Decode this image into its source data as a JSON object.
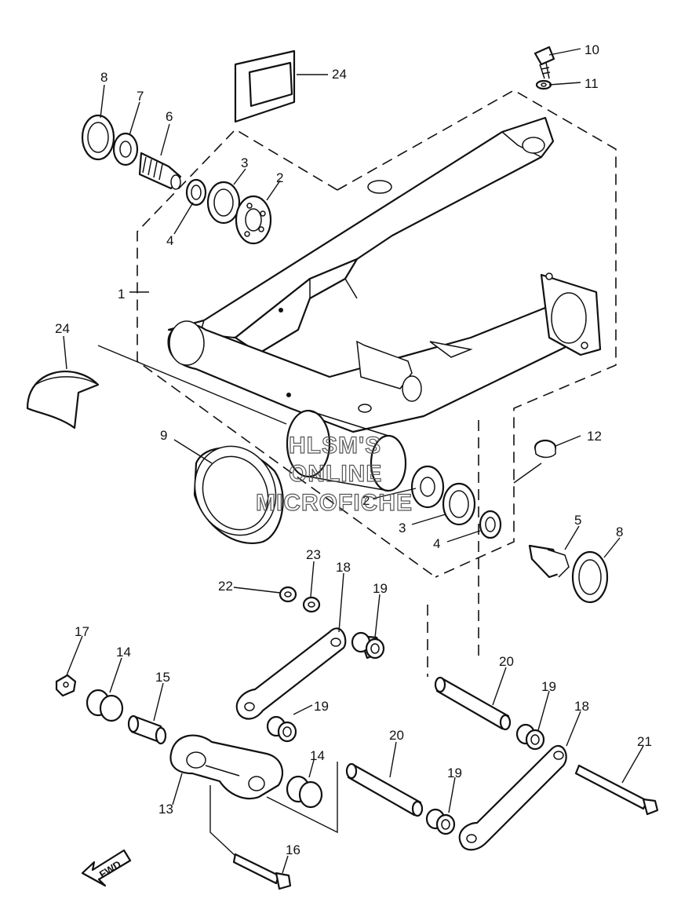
{
  "watermark": {
    "line1": "HLSM'S",
    "line2": "ONLINE",
    "line3": "MICROFICHE"
  },
  "direction_label": "FWD",
  "callouts": {
    "c1": "1",
    "c2a": "2",
    "c2b": "2",
    "c3a": "3",
    "c3b": "3",
    "c4a": "4",
    "c4b": "4",
    "c5": "5",
    "c6": "6",
    "c7": "7",
    "c8a": "8",
    "c8b": "8",
    "c9": "9",
    "c10": "10",
    "c11": "11",
    "c12": "12",
    "c13": "13",
    "c14a": "14",
    "c14b": "14",
    "c15": "15",
    "c16": "16",
    "c17": "17",
    "c18a": "18",
    "c18b": "18",
    "c19a": "19",
    "c19b": "19",
    "c19c": "19",
    "c19d": "19",
    "c20a": "20",
    "c20b": "20",
    "c21": "21",
    "c22": "22",
    "c23": "23",
    "c24a": "24",
    "c24b": "24"
  }
}
